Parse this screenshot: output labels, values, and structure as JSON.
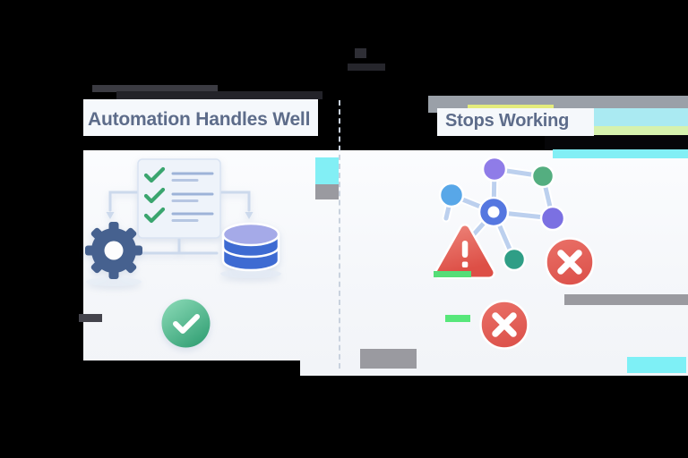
{
  "header": {
    "left_title": "Automation Handles Well",
    "right_title": "Stops Working"
  },
  "left_panel": {
    "checklist_rows": 3,
    "icons": [
      "monitor-checklist-icon",
      "gear-icon",
      "database-icon",
      "success-check-icon"
    ]
  },
  "right_panel": {
    "network_nodes": 5,
    "icons": [
      "network-graph-icon",
      "warning-triangle-icon",
      "error-cross-icon",
      "error-cross-icon"
    ]
  },
  "divider": {
    "style": "vertical-dashed"
  },
  "colors": {
    "title": "#5d6c8a",
    "divider": "#c9d2de",
    "panel": "#eef3fa",
    "panel-border": "#d9e3f2",
    "check-green": "#3aa56f",
    "line-blue": "#9db3d8",
    "line-blue-light": "#b6c6e2",
    "connector": "#ccd9ec",
    "gear": "#46618f",
    "db-top": "#a5aae8",
    "db-body": "#3e6bd2",
    "success-green": "#43b888",
    "hub-blue": "#5577e0",
    "edge": "#bcd0ee",
    "node-purple-top": "#8f7ce8",
    "node-purple-right": "#7b70e2",
    "node-blue": "#58a7e8",
    "node-green-top": "#54ae80",
    "node-green-bottom": "#2f9e86",
    "warn-red": "#dd4f46",
    "error-red": "#e05c55"
  }
}
